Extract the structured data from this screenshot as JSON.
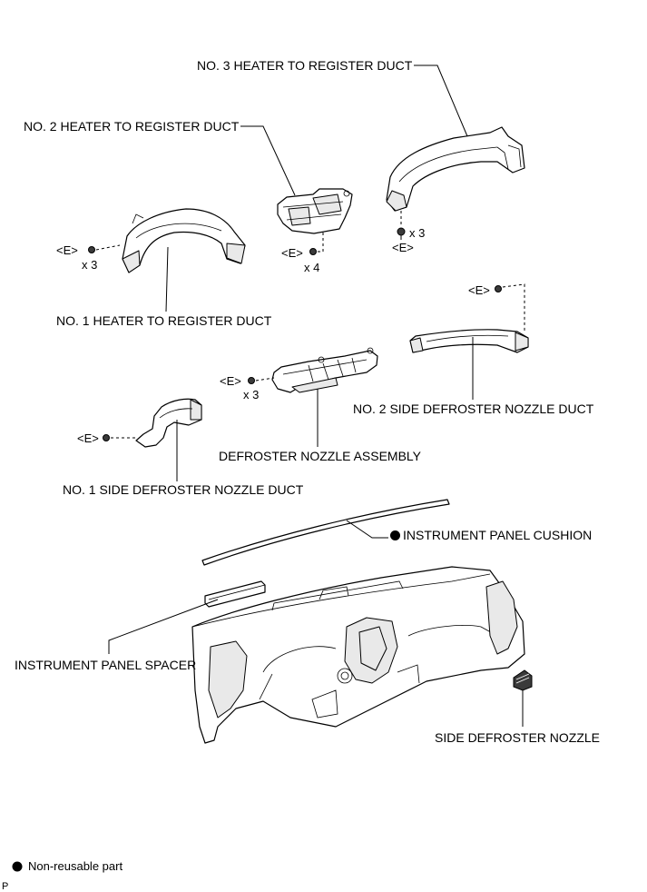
{
  "labels": {
    "no3_heater_duct": "NO. 3 HEATER TO REGISTER DUCT",
    "no2_heater_duct": "NO. 2 HEATER TO REGISTER DUCT",
    "no1_heater_duct": "NO. 1 HEATER TO REGISTER DUCT",
    "no2_side_defroster_duct": "NO. 2 SIDE DEFROSTER NOZZLE DUCT",
    "defroster_nozzle_assembly": "DEFROSTER NOZZLE ASSEMBLY",
    "no1_side_defroster_duct": "NO. 1 SIDE DEFROSTER NOZZLE DUCT",
    "instrument_panel_cushion": "INSTRUMENT PANEL CUSHION",
    "instrument_panel_spacer": "INSTRUMENT PANEL SPACER",
    "side_defroster_nozzle": "SIDE DEFROSTER NOZZLE"
  },
  "fasteners": {
    "e_code": "<E>",
    "qty_x3": "x 3",
    "qty_x4": "x 4"
  },
  "legend": {
    "non_reusable": "Non-reusable part"
  },
  "footer": {
    "page_mark": "P"
  }
}
